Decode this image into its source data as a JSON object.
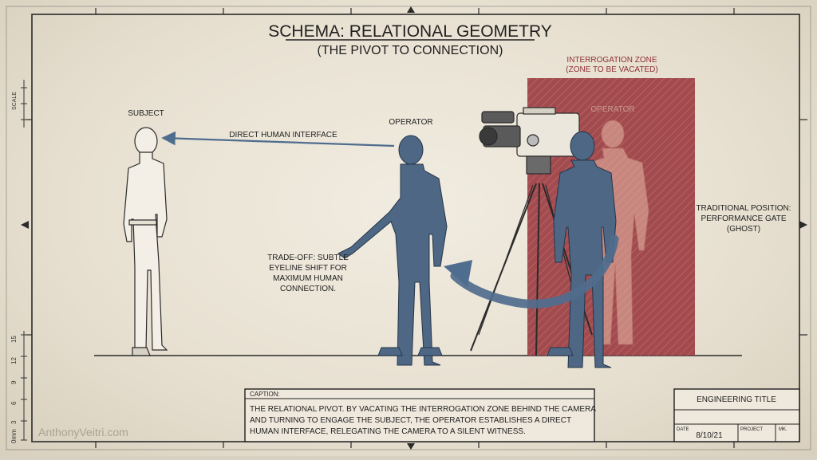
{
  "title": "SCHEMA: RELATIONAL GEOMETRY",
  "subtitle": "(THE PIVOT TO CONNECTION)",
  "labels": {
    "subject": "SUBJECT",
    "operator": "OPERATOR",
    "direct_interface": "DIRECT HUMAN INTERFACE",
    "zone_title": "INTERROGATION ZONE",
    "zone_sub": "(ZONE TO BE VACATED)",
    "ghost_operator": "OPERATOR",
    "traditional": [
      "TRADITIONAL POSITION:",
      "PERFORMANCE GATE",
      "(GHOST)"
    ],
    "tradeoff": [
      "TRADE-OFF: SUBTLE",
      "EYELINE SHIFT FOR",
      "MAXIMUM HUMAN",
      "CONNECTION."
    ]
  },
  "caption": {
    "heading": "CAPTION:",
    "lines": [
      "THE RELATIONAL PIVOT. BY VACATING THE INTERROGATION ZONE BEHIND THE CAMERA",
      "AND TURNING TO ENGAGE THE SUBJECT, THE OPERATOR ESTABLISHES A DIRECT",
      "HUMAN INTERFACE, RELEGATING THE CAMERA TO A SILENT WITNESS."
    ]
  },
  "title_block": {
    "heading": "ENGINEERING TITLE",
    "date_label": "DATE",
    "date_value": "8/10/21",
    "project_label": "PROJECT",
    "mk_label": "MK."
  },
  "ruler": {
    "scale_label": "SCALE",
    "ticks": [
      "15",
      "12",
      "9",
      "6",
      "3",
      "0mm"
    ]
  },
  "watermark": "AnthonyVeitri.com",
  "colors": {
    "ink": "#1f1f1f",
    "operator_fill": "#4d6785",
    "zone_fill": "#9a3a3f",
    "zone_label": "#8e2f35",
    "arrow": "#4f6d8e",
    "paper": "#ece6d9"
  }
}
